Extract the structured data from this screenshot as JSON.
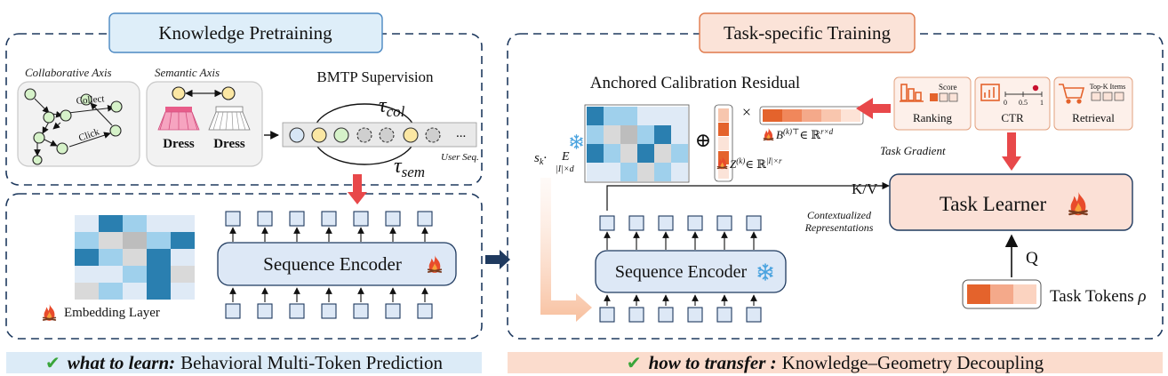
{
  "left_panel": {
    "title": "Knowledge Pretraining",
    "collaborative_axis": "Collaborative Axis",
    "semantic_axis": "Semantic Axis",
    "edge_collect": "Collect",
    "edge_click": "Click",
    "dress_left": "Dress",
    "dress_right": "Dress",
    "bmtp": "BMTP Supervision",
    "tau_col_base": "τ",
    "tau_col_sub": "col",
    "tau_sem_base": "τ",
    "tau_sem_sub": "sem",
    "seq_ellipsis": "...",
    "user_seq": "User Seq.",
    "encoder_label": "Sequence Encoder",
    "embedding_label": "Embedding Layer"
  },
  "right_panel": {
    "title": "Task-specific Training",
    "acr_title": "Anchored Calibration Residual",
    "oplus": "⊕",
    "times": "×",
    "b_label": "B",
    "b_sup": "(k)⊤",
    "b_space": "∈ ℝ",
    "b_dim": "r×d",
    "z_label": "Z",
    "z_sup": "(k)",
    "z_space": "∈ ℝ",
    "z_dim": "|I|×r",
    "s_k": "s",
    "s_k_sub": "k",
    "dot": "·",
    "e_label": "E",
    "e_sub": "|I|×d",
    "ranking": "Ranking",
    "ranking_score": "Score",
    "ctr": "CTR",
    "ctr_ticks": [
      "0",
      "0.5",
      "1"
    ],
    "retrieval": "Retrieval",
    "retrieval_topk": "Top-K Items",
    "task_gradient": "Task Gradient",
    "kv": "K/V",
    "contextualized": "Contextualized",
    "representations": "Representations",
    "task_learner": "Task Learner",
    "q": "Q",
    "task_tokens": "Task Tokens",
    "rho": "ρ",
    "encoder_label": "Sequence Encoder"
  },
  "bottom": {
    "left_check": "✔",
    "left_emph": "what to learn:",
    "left_text": "Behavioral Multi-Token Prediction",
    "right_check": "✔",
    "right_emph": "how to transfer :",
    "right_text": "Knowledge–Geometry Decoupling"
  },
  "colors": {
    "left_title_bg": "#deeef9",
    "right_title_bg": "#fbe3d8",
    "encoder_bg": "#dde8f6",
    "learner_bg": "#fbe0d6",
    "red_arrow": "#e8484a",
    "dark_navy": "#1f3a5f",
    "accent_orange": "#e4632c",
    "bottom_left_bg": "#dcebf7",
    "bottom_right_bg": "#fbdccd"
  },
  "icons": [
    "fire-icon",
    "snowflake-icon",
    "bar-chart-icon",
    "cart-icon",
    "checkmark-icon"
  ]
}
